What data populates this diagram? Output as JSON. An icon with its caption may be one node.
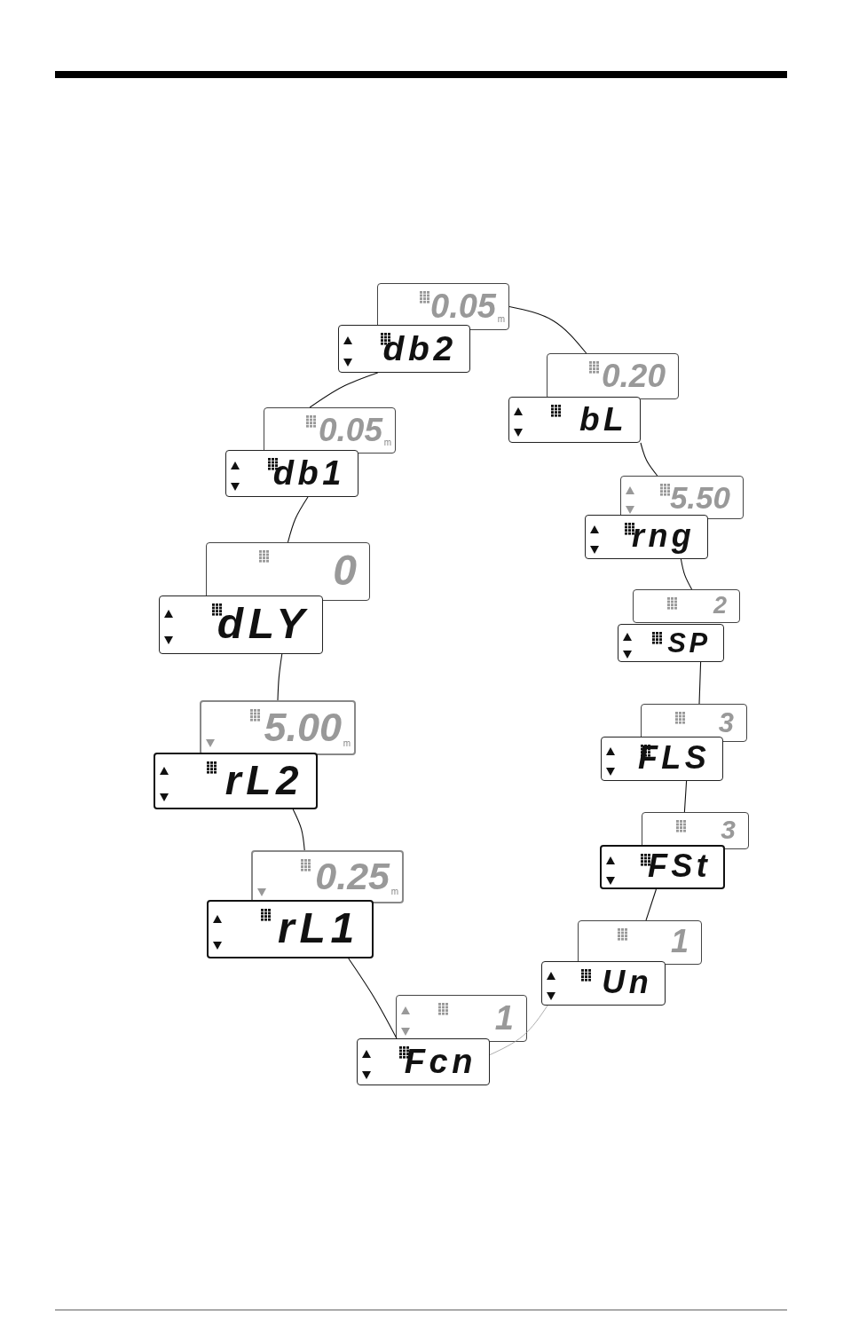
{
  "diagram": {
    "nodes": [
      {
        "text": [
          "0.05",
          "m"
        ]
      },
      {
        "text": [
          "db2"
        ]
      },
      {
        "text": [
          "0.20"
        ]
      },
      {
        "text": [
          "bL"
        ]
      },
      {
        "text": [
          "0.05",
          "m"
        ]
      },
      {
        "text": [
          "db1"
        ]
      },
      {
        "text": [
          "5.50"
        ]
      },
      {
        "text": [
          "rng"
        ]
      },
      {
        "text": [
          "0"
        ]
      },
      {
        "text": [
          "dLY"
        ]
      },
      {
        "text": [
          "2"
        ]
      },
      {
        "text": [
          "SP"
        ]
      },
      {
        "text": [
          "5.00",
          "m"
        ]
      },
      {
        "text": [
          "rL2"
        ]
      },
      {
        "text": [
          "3"
        ]
      },
      {
        "text": [
          "FLS"
        ]
      },
      {
        "text": [
          "3"
        ]
      },
      {
        "text": [
          "FSt"
        ]
      },
      {
        "text": [
          "0.25",
          "m"
        ]
      },
      {
        "text": [
          "rL1"
        ]
      },
      {
        "text": [
          "1"
        ]
      },
      {
        "text": [
          "Un"
        ]
      },
      {
        "text": [
          "1"
        ]
      },
      {
        "text": [
          "Fcn"
        ]
      }
    ],
    "edges": [
      {
        "from": 0,
        "to": 2,
        "arrow": "none"
      },
      {
        "from": 1,
        "to": 4,
        "arrow": "none"
      },
      {
        "from": 5,
        "to": 8,
        "arrow": "none"
      },
      {
        "from": 9,
        "to": 12,
        "arrow": "none"
      },
      {
        "from": 13,
        "to": 18,
        "arrow": "none"
      },
      {
        "from": 19,
        "to": 23,
        "arrow": "none"
      },
      {
        "from": 23,
        "to": 21,
        "arrow": "none",
        "color": "#999999"
      },
      {
        "from": 17,
        "to": 20,
        "arrow": "none"
      },
      {
        "from": 15,
        "to": 16,
        "arrow": "none"
      },
      {
        "from": 11,
        "to": 14,
        "arrow": "none"
      },
      {
        "from": 7,
        "to": 10,
        "arrow": "none"
      },
      {
        "from": 3,
        "to": 6,
        "arrow": "none"
      }
    ]
  }
}
